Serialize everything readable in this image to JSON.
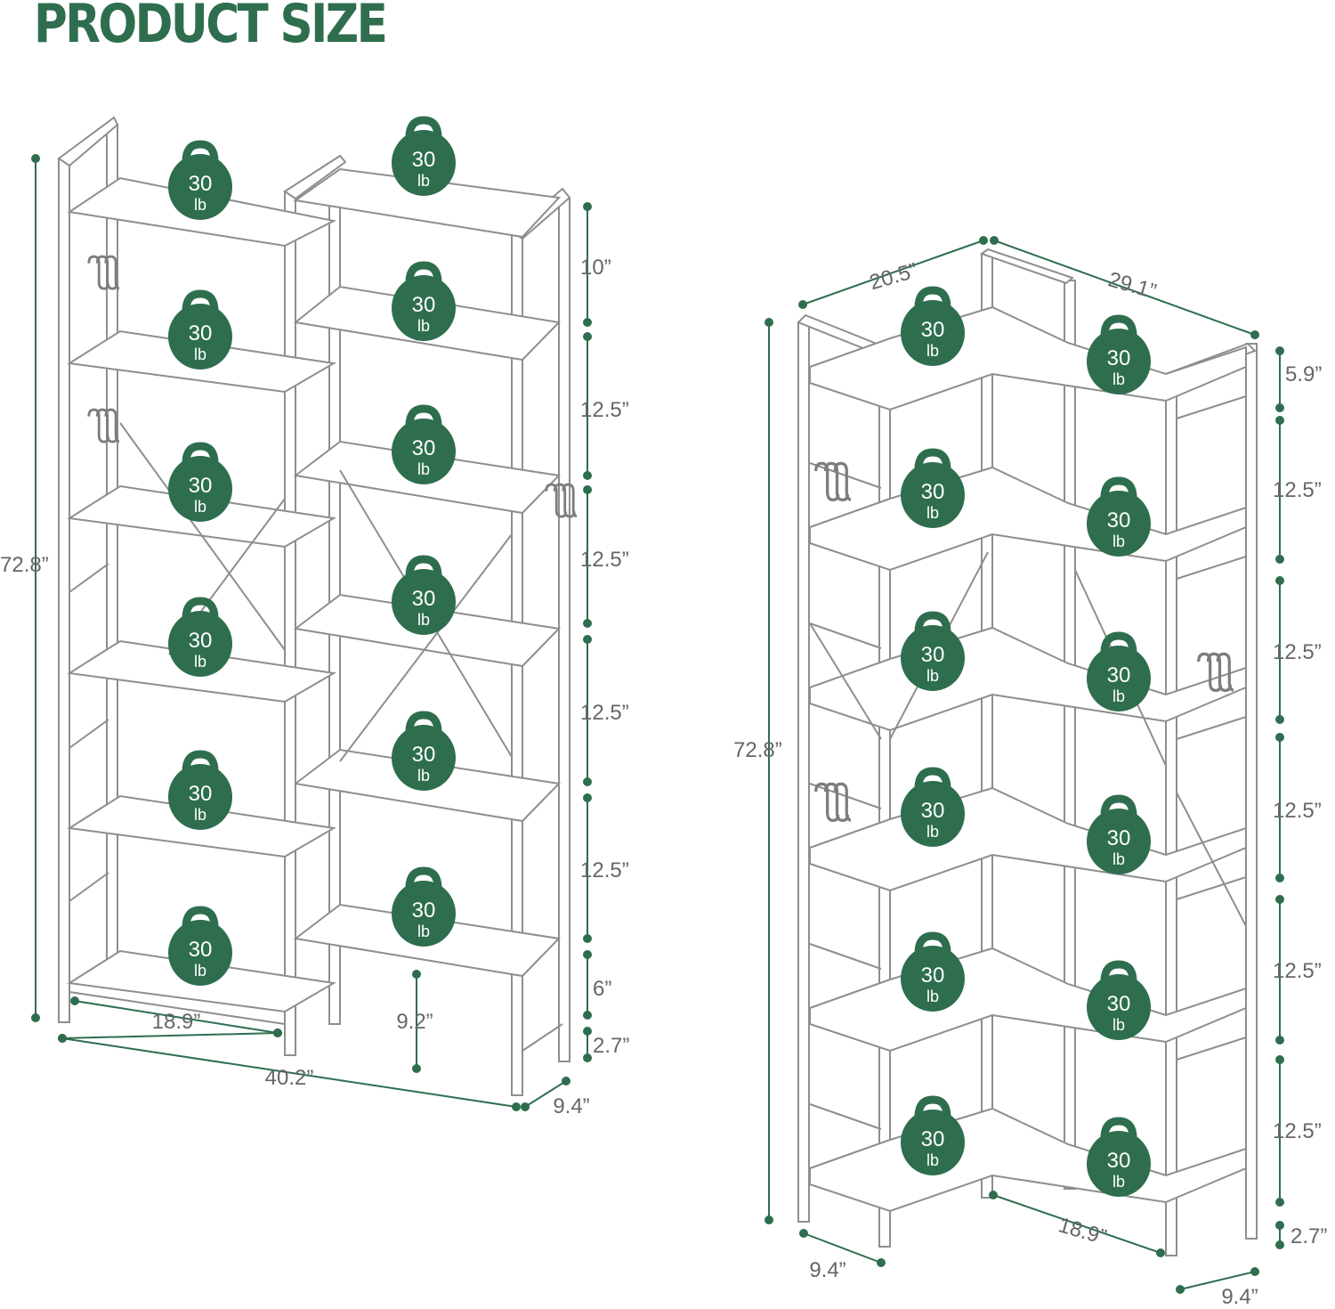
{
  "title": "PRODUCT SIZE",
  "colors": {
    "accent": "#2e6e4e",
    "line": "#9a9a9a",
    "frame": "#6f6f6f"
  },
  "icons": {
    "weight": "kettlebell-weight-icon",
    "hooks": "s-hook-icon"
  },
  "weight_badge": {
    "value": "30",
    "unit": "lb"
  },
  "double_bookshelf": {
    "height": "72.8”",
    "width": "40.2”",
    "depth": "9.4”",
    "inner_width": "18.9”",
    "bottom_gap": "9.2”",
    "shelf_spacings": [
      "10”",
      "12.5”",
      "12.5”",
      "12.5”",
      "12.5”",
      "6”",
      "2.7”"
    ]
  },
  "corner_bookshelf": {
    "height": "72.8”",
    "width_left": "20.5”",
    "width_right": "29.1”",
    "inner_width": "18.9”",
    "depth_left": "9.4”",
    "depth_right": "9.4”",
    "shelf_spacings": [
      "5.9”",
      "12.5”",
      "12.5”",
      "12.5”",
      "12.5”",
      "12.5”",
      "2.7”"
    ]
  }
}
